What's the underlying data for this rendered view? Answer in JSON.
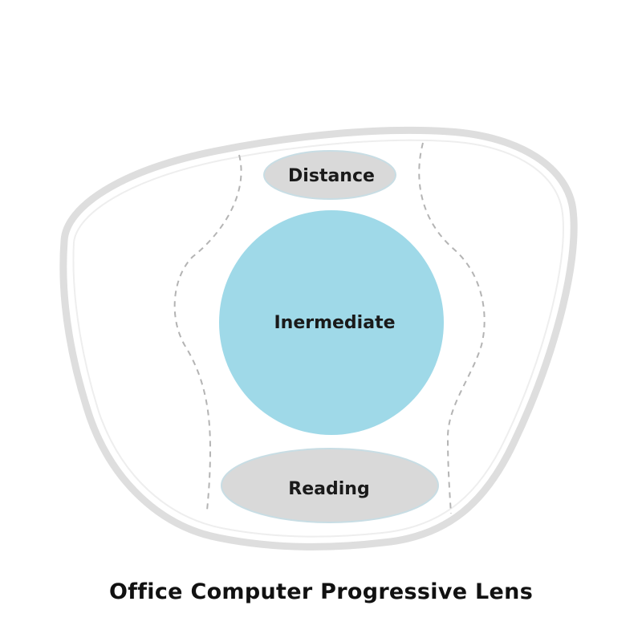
{
  "zones": {
    "distance": "Distance",
    "intermediate": "Inermediate",
    "reading": "Reading"
  },
  "caption": "Office Computer Progressive Lens",
  "colors": {
    "lens_outline": "#dedede",
    "lens_inner_line": "#eeeeee",
    "dashed_corridor": "#b4b4b4",
    "distance_zone": "#d9d9d9",
    "intermediate_zone": "#9fd9e8",
    "reading_zone": "#d9d9d9",
    "zone_border": "#c8dde4"
  }
}
